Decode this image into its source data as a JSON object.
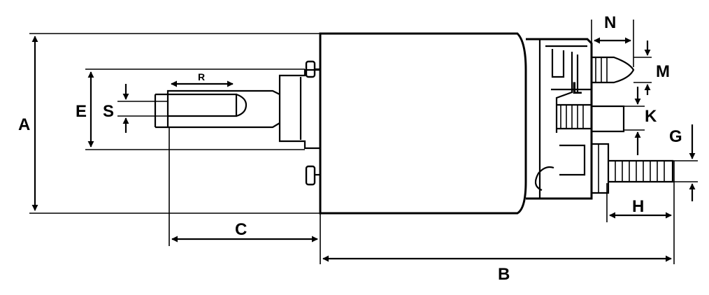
{
  "labels": {
    "A": "A",
    "B": "B",
    "C": "C",
    "E": "E",
    "S": "S",
    "R": "R",
    "L": "L",
    "N": "N",
    "M": "M",
    "K": "K",
    "G": "G",
    "H": "H"
  }
}
